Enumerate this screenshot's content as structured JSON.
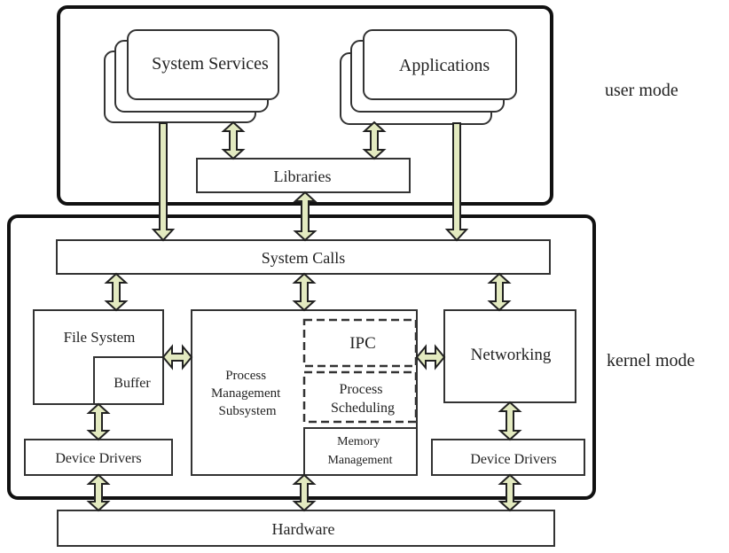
{
  "diagram": {
    "title": "Operating system architecture",
    "regions": {
      "user_mode": {
        "label": "user mode"
      },
      "kernel_mode": {
        "label": "kernel mode"
      }
    },
    "components": {
      "system_services": "System Services",
      "applications": "Applications",
      "libraries": "Libraries",
      "system_calls": "System Calls",
      "file_system": "File System",
      "buffer": "Buffer",
      "process_management": [
        "Process",
        "Management",
        "Subsystem"
      ],
      "ipc": "IPC",
      "process_scheduling": [
        "Process",
        "Scheduling"
      ],
      "memory_management": [
        "Memory",
        "Management"
      ],
      "networking": "Networking",
      "device_drivers_left": "Device Drivers",
      "device_drivers_right": "Device Drivers",
      "hardware": "Hardware"
    },
    "connections": [
      {
        "from": "System Services",
        "to": "System Calls",
        "direction": "one-way"
      },
      {
        "from": "Applications",
        "to": "System Calls",
        "direction": "one-way"
      },
      {
        "from": "System Services",
        "to": "Libraries",
        "direction": "two-way"
      },
      {
        "from": "Applications",
        "to": "Libraries",
        "direction": "two-way"
      },
      {
        "from": "Libraries",
        "to": "System Calls",
        "direction": "two-way"
      },
      {
        "from": "System Calls",
        "to": "File System",
        "direction": "two-way"
      },
      {
        "from": "System Calls",
        "to": "Process Management Subsystem",
        "direction": "two-way"
      },
      {
        "from": "System Calls",
        "to": "Networking",
        "direction": "two-way"
      },
      {
        "from": "Buffer",
        "to": "Process Management Subsystem",
        "direction": "two-way"
      },
      {
        "from": "IPC",
        "to": "Networking",
        "direction": "two-way"
      },
      {
        "from": "File System",
        "to": "Device Drivers (left)",
        "direction": "two-way"
      },
      {
        "from": "Networking",
        "to": "Device Drivers (right)",
        "direction": "two-way"
      },
      {
        "from": "Device Drivers (left)",
        "to": "Hardware",
        "direction": "two-way"
      },
      {
        "from": "Memory Management",
        "to": "Hardware",
        "direction": "two-way"
      },
      {
        "from": "Device Drivers (right)",
        "to": "Hardware",
        "direction": "two-way"
      }
    ],
    "colors": {
      "arrow_fill": "#e3eac0",
      "stroke": "#222222"
    }
  }
}
